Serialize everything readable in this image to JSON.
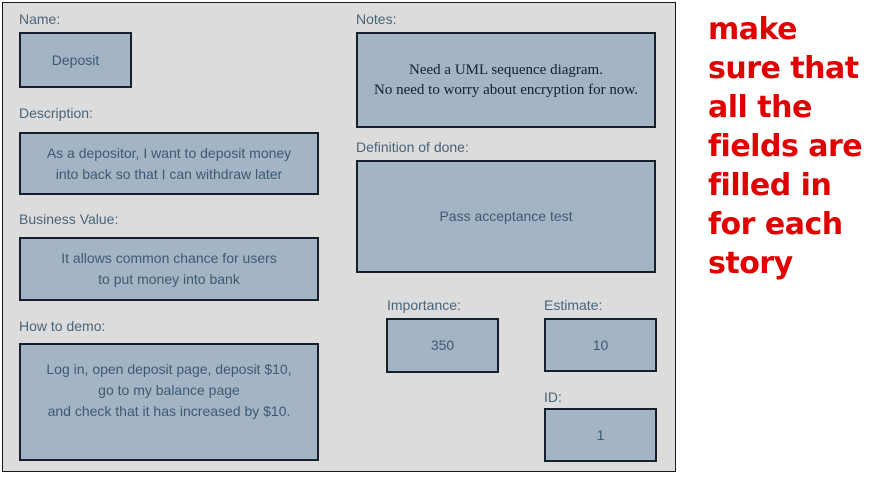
{
  "card": {
    "background_color": "#dcdcdc",
    "field_fill_color": "#a3b4c4",
    "field_border_color": "#16202c",
    "label_color": "#4a6478",
    "value_color": "#3d5a73"
  },
  "fields": {
    "name": {
      "label": "Name:",
      "value": "Deposit"
    },
    "description": {
      "label": "Description:",
      "value": "As a depositor, I want to deposit money\ninto back so that I can withdraw later"
    },
    "business_value": {
      "label": "Business Value:",
      "value": "It allows common chance for users\nto put money into bank"
    },
    "how_to_demo": {
      "label": "How to demo:",
      "value": "Log in, open deposit page, deposit $10,\ngo to my balance page\nand check that it has increased by $10."
    },
    "notes": {
      "label": "Notes:",
      "value": "Need a UML sequence diagram.\nNo need to worry about encryption for now."
    },
    "definition_of_done": {
      "label": "Definition of done:",
      "value": "Pass acceptance test"
    },
    "importance": {
      "label": "Importance:",
      "value": "350"
    },
    "estimate": {
      "label": "Estimate:",
      "value": "10"
    },
    "id": {
      "label": "ID:",
      "value": "1"
    }
  },
  "annotation": {
    "text": "make\nsure that\nall the\nfields are\nfilled in\nfor each\nstory",
    "color": "#e00000"
  }
}
